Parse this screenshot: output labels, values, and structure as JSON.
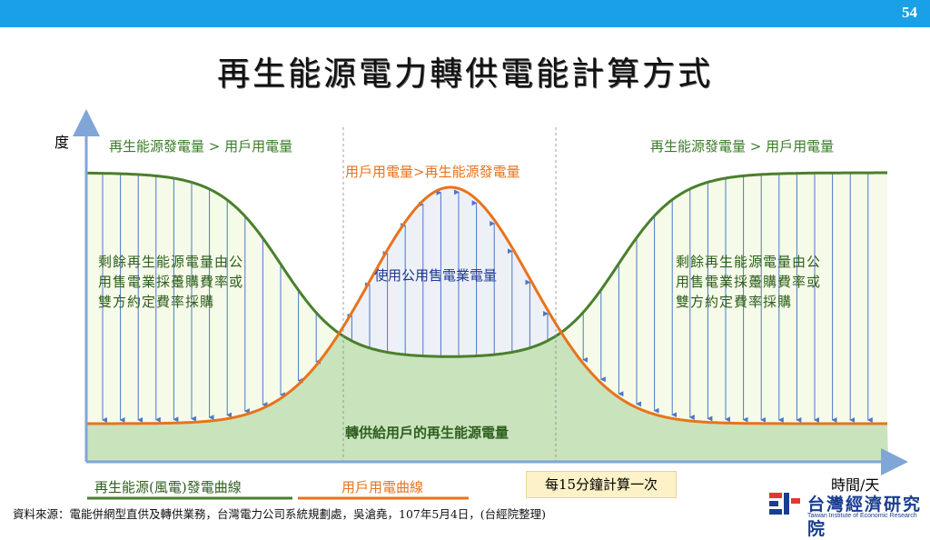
{
  "header": {
    "page_number": "54"
  },
  "title": "再生能源電力轉供電能計算方式",
  "axes": {
    "y_label": "度",
    "x_label": "時間/天"
  },
  "regions": {
    "left_top": "再生能源發電量 > 用戶用電量",
    "right_top": "再生能源發電量 > 用戶用電量",
    "middle_top": "用戶用電量>再生能源發電量",
    "left_surplus": [
      "剩餘再生能源電量由公",
      "用售電業採躉購費率或",
      "雙方約定費率採購"
    ],
    "right_surplus": [
      "剩餘再生能源電量由公",
      "用售電業採躉購費率或",
      "雙方約定費率採購"
    ],
    "middle_utility": "使用公用售電業電量",
    "bottom_transfer": "轉供給用戶的再生能源電量"
  },
  "legend": {
    "generation": "再生能源(風電)發電曲線",
    "consumption": "用戶用電曲線"
  },
  "note": "每15分鐘計算一次",
  "source": "資料來源：電能併網型直供及轉供業務，台灣電力公司系統規劃處，吳滄堯，107年5月4日，(台經院整理)",
  "logo": {
    "name": "台灣經濟研究院",
    "english": "Taiwan Institute of Economic Research"
  },
  "colors": {
    "generation_curve": "#4a7f2c",
    "consumption_curve": "#e8731c",
    "transfer_fill": "#c9e3bd",
    "surplus_fill": "#f6fbe9",
    "utility_fill": "#eef0f7",
    "arrow": "#4a78c8",
    "axis": "#7fa6d6",
    "top_bar": "#1aa0e6"
  }
}
